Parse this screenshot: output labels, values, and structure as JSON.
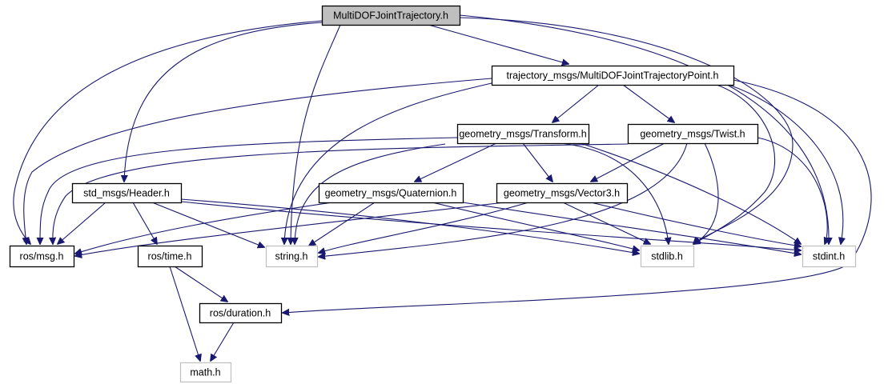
{
  "diagram": {
    "type": "include-dependency-graph",
    "colors": {
      "edge": "#191970",
      "root_fill": "#bfbfbf",
      "root_border": "#000000",
      "node_border": "#000000",
      "external_border": "#bfbfbf",
      "node_fill": "#ffffff"
    },
    "nodes": [
      {
        "id": "root",
        "label": "MultiDOFJointTrajectory.h",
        "kind": "root"
      },
      {
        "id": "traj_point",
        "label": "trajectory_msgs/MultiDOFJointTrajectoryPoint.h",
        "kind": "documented"
      },
      {
        "id": "transform",
        "label": "geometry_msgs/Transform.h",
        "kind": "documented"
      },
      {
        "id": "twist",
        "label": "geometry_msgs/Twist.h",
        "kind": "documented"
      },
      {
        "id": "header",
        "label": "std_msgs/Header.h",
        "kind": "documented"
      },
      {
        "id": "quaternion",
        "label": "geometry_msgs/Quaternion.h",
        "kind": "documented"
      },
      {
        "id": "vector3",
        "label": "geometry_msgs/Vector3.h",
        "kind": "documented"
      },
      {
        "id": "ros_msg",
        "label": "ros/msg.h",
        "kind": "documented"
      },
      {
        "id": "ros_time",
        "label": "ros/time.h",
        "kind": "documented"
      },
      {
        "id": "string",
        "label": "string.h",
        "kind": "external"
      },
      {
        "id": "stdlib",
        "label": "stdlib.h",
        "kind": "external"
      },
      {
        "id": "stdint",
        "label": "stdint.h",
        "kind": "external"
      },
      {
        "id": "ros_duration",
        "label": "ros/duration.h",
        "kind": "documented"
      },
      {
        "id": "math",
        "label": "math.h",
        "kind": "external"
      }
    ],
    "edges": [
      {
        "from": "root",
        "to": "traj_point"
      },
      {
        "from": "root",
        "to": "header"
      },
      {
        "from": "root",
        "to": "ros_msg"
      },
      {
        "from": "root",
        "to": "string"
      },
      {
        "from": "root",
        "to": "stdlib"
      },
      {
        "from": "root",
        "to": "stdint"
      },
      {
        "from": "traj_point",
        "to": "transform"
      },
      {
        "from": "traj_point",
        "to": "twist"
      },
      {
        "from": "traj_point",
        "to": "ros_msg"
      },
      {
        "from": "traj_point",
        "to": "string"
      },
      {
        "from": "traj_point",
        "to": "stdlib"
      },
      {
        "from": "traj_point",
        "to": "stdint"
      },
      {
        "from": "traj_point",
        "to": "ros_duration"
      },
      {
        "from": "transform",
        "to": "quaternion"
      },
      {
        "from": "transform",
        "to": "vector3"
      },
      {
        "from": "transform",
        "to": "ros_msg"
      },
      {
        "from": "transform",
        "to": "string"
      },
      {
        "from": "transform",
        "to": "stdlib"
      },
      {
        "from": "transform",
        "to": "stdint"
      },
      {
        "from": "twist",
        "to": "vector3"
      },
      {
        "from": "twist",
        "to": "ros_msg"
      },
      {
        "from": "twist",
        "to": "string"
      },
      {
        "from": "twist",
        "to": "stdlib"
      },
      {
        "from": "twist",
        "to": "stdint"
      },
      {
        "from": "header",
        "to": "ros_msg"
      },
      {
        "from": "header",
        "to": "ros_time"
      },
      {
        "from": "header",
        "to": "string"
      },
      {
        "from": "header",
        "to": "stdlib"
      },
      {
        "from": "header",
        "to": "stdint"
      },
      {
        "from": "quaternion",
        "to": "ros_msg"
      },
      {
        "from": "quaternion",
        "to": "string"
      },
      {
        "from": "quaternion",
        "to": "stdlib"
      },
      {
        "from": "quaternion",
        "to": "stdint"
      },
      {
        "from": "vector3",
        "to": "ros_msg"
      },
      {
        "from": "vector3",
        "to": "string"
      },
      {
        "from": "vector3",
        "to": "stdlib"
      },
      {
        "from": "vector3",
        "to": "stdint"
      },
      {
        "from": "ros_time",
        "to": "ros_duration"
      },
      {
        "from": "ros_time",
        "to": "math"
      },
      {
        "from": "ros_duration",
        "to": "math"
      }
    ]
  }
}
